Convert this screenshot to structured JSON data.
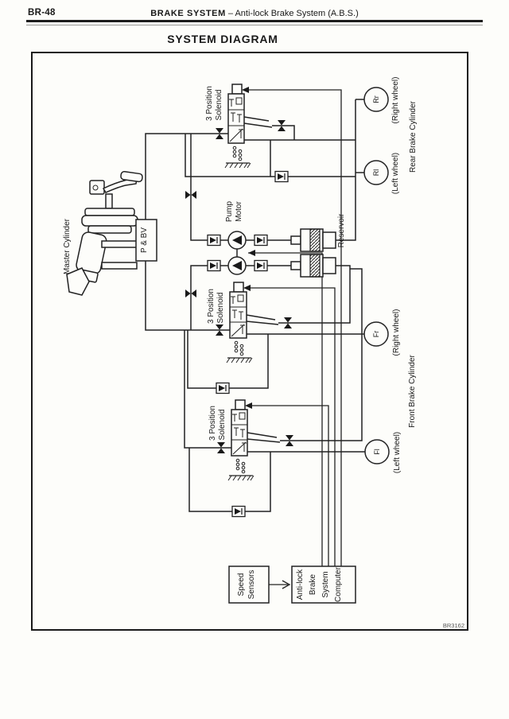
{
  "page": {
    "code": "BR-48",
    "section_title": "BRAKE SYSTEM",
    "section_subtitle": "– Anti-lock Brake System (A.B.S.)",
    "title": "SYSTEM DIAGRAM",
    "figure_code": "BR3162"
  },
  "diagram": {
    "labels": {
      "solenoid_line1": "3 Position",
      "solenoid_line2": "Solenoid",
      "pump_line1": "Pump",
      "pump_line2": "Motor",
      "reservoir": "Reservoir",
      "master_cylinder": "Master Cylinder",
      "pbv": "P & BV",
      "right_wheel": "(Right wheel)",
      "left_wheel": "(Left wheel)",
      "rear_brake_cylinder": "Rear Brake Cylinder",
      "front_brake_cylinder": "Front Brake Cylinder",
      "wheel_rr": "Rr",
      "wheel_rl": "Rl",
      "wheel_fr": "Fr",
      "wheel_fl": "Fl",
      "speed_line1": "Speed",
      "speed_line2": "Sensors",
      "computer_line1": "Anti-lock",
      "computer_line2": "Brake",
      "computer_line3": "System",
      "computer_line4": "Computer"
    },
    "colors": {
      "ink": "#1a1a1a",
      "paper": "#fdfdfa"
    }
  }
}
